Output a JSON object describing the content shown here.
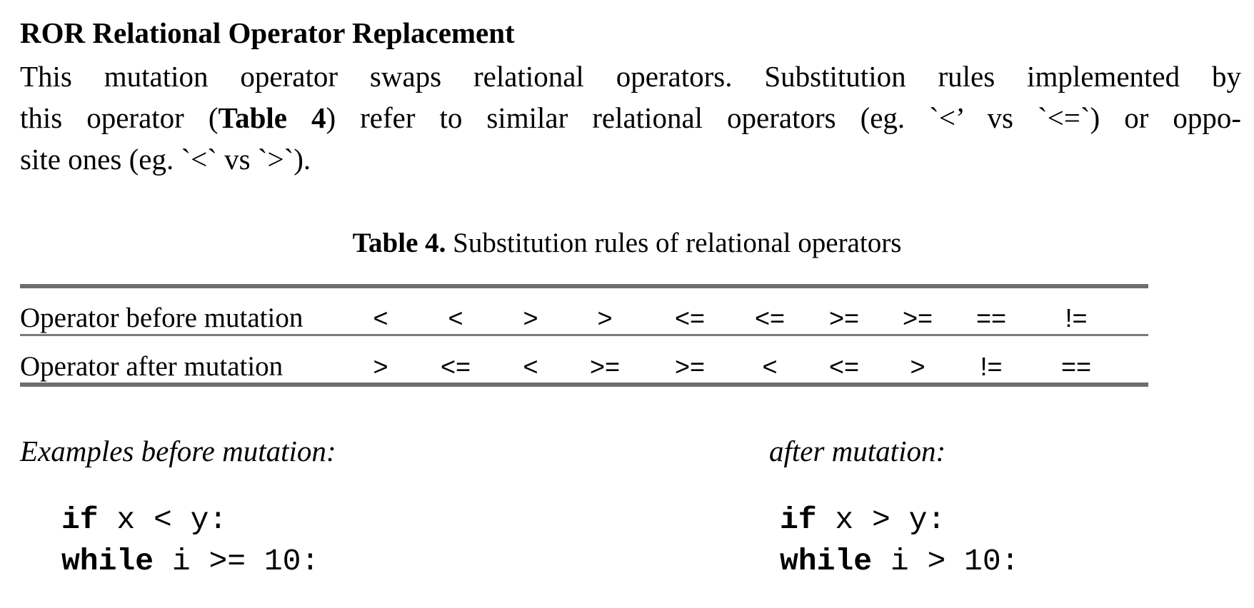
{
  "section": {
    "heading": "ROR Relational Operator Replacement",
    "para_line1": "This mutation operator swaps relational operators. Substitution rules implemented by",
    "para_line2_a": "this operator (",
    "para_line2_bold": "Table 4",
    "para_line2_b": ") refer to similar relational operators (eg. `<’ vs `<=`) or oppo-",
    "para_line3": "site ones (eg. `<` vs `>`)."
  },
  "table": {
    "caption_label": "Table 4.",
    "caption_text": " Substitution rules of relational operators",
    "rows": [
      {
        "label": "Operator before mutation",
        "cells": [
          "<",
          "<",
          ">",
          ">",
          "<=",
          "<=",
          ">=",
          ">=",
          "==",
          "!="
        ]
      },
      {
        "label": "Operator after mutation",
        "cells": [
          ">",
          "<=",
          "<",
          ">=",
          ">=",
          "<",
          "<=",
          ">",
          "!=",
          "=="
        ]
      }
    ]
  },
  "examples": {
    "before_label": "Examples before mutation:",
    "after_label": "after mutation:",
    "before_code": [
      {
        "kw": "if",
        "rest": " x < y:"
      },
      {
        "kw": "while",
        "rest": " i >= 10:"
      }
    ],
    "after_code": [
      {
        "kw": "if",
        "rest": " x > y:"
      },
      {
        "kw": "while",
        "rest": " i > 10:"
      }
    ]
  }
}
